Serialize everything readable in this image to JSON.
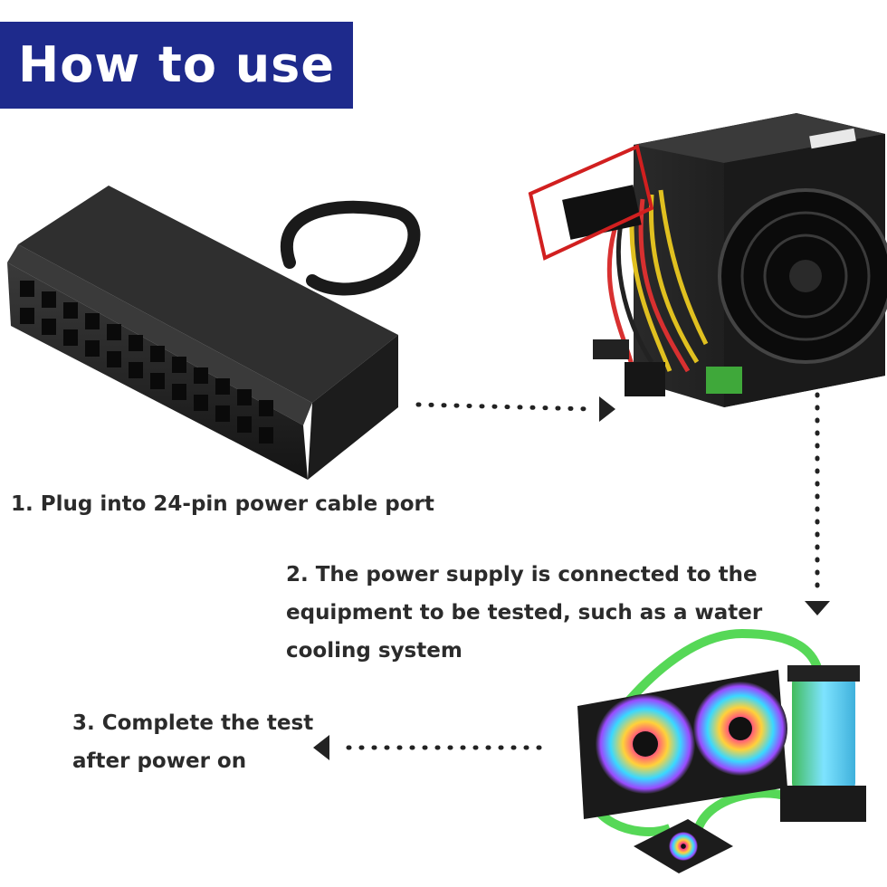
{
  "header": {
    "title": "How to use"
  },
  "steps": [
    {
      "text": "1. Plug into 24-pin power cable port"
    },
    {
      "text": "2. The power supply is connected to the\nequipment to be tested, such as a water\ncooling system"
    },
    {
      "text": "3. Complete the test\nafter power on"
    }
  ],
  "colors": {
    "banner": "#1e2a8c",
    "highlight": "#d11f1f",
    "text": "#2b2b2b",
    "tube": "#38d13a"
  }
}
